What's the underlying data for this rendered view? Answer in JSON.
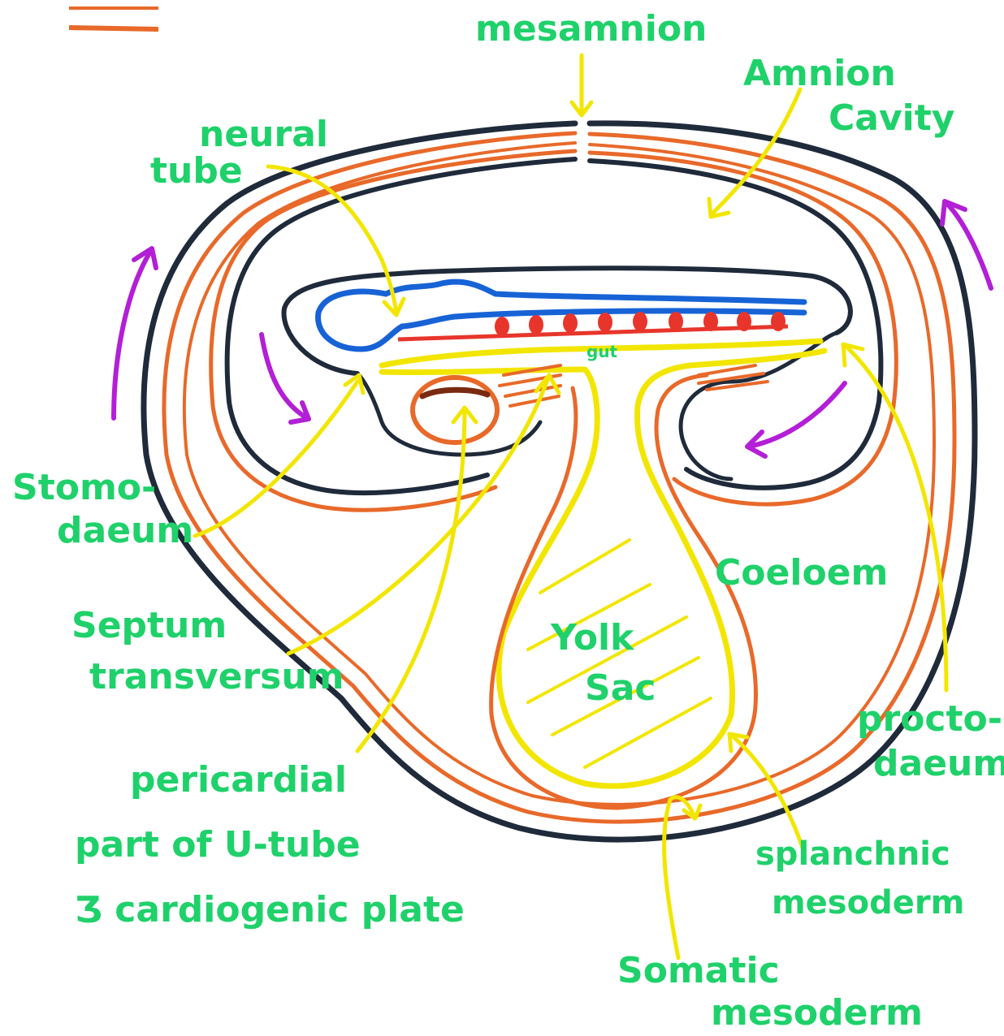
{
  "labels": {
    "mesamnion": "mesamnion",
    "amnion_cavity_1": "Amnion",
    "amnion_cavity_2": "Cavity",
    "neural_tube_1": "neural",
    "neural_tube_2": "tube",
    "gut": "gut",
    "stomodaeum_1": "Stomo-",
    "stomodaeum_2": "daeum",
    "coeloem": "Coeloem",
    "septum_1": "Septum",
    "septum_2": "transversum",
    "yolk_1": "Yolk",
    "yolk_2": "Sac",
    "proctodaeum_1": "procto-",
    "proctodaeum_2": "daeum",
    "pericardial_1": "pericardial",
    "pericardial_2": "part of U-tube",
    "pericardial_3": "Ʒ cardiogenic plate",
    "splanchnic_1": "splanchnic",
    "splanchnic_2": "mesoderm",
    "somatic_1": "Somatic",
    "somatic_2": "mesoderm"
  },
  "colors": {
    "label_green": "#1fd16a",
    "pointer_yellow": "#f2e600",
    "ectoderm_navy": "#1f2a3a",
    "mesoderm_orange": "#e8692a",
    "endoderm_yellow": "#f2e600",
    "neural_blue": "#1763d6",
    "somite_red": "#e8352c",
    "fold_arrow_purple": "#b31fd6"
  }
}
